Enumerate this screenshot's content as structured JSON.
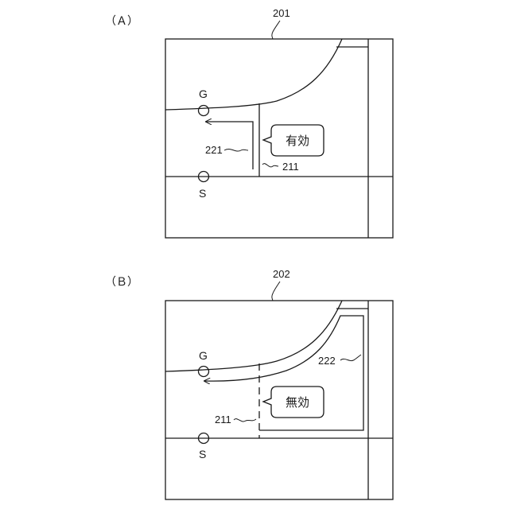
{
  "panels": [
    {
      "label": "（Ａ）",
      "screen_ref": "201",
      "point_top": "G",
      "point_bottom": "S",
      "route_ref": "221",
      "line_ref": "211",
      "callout": "有効"
    },
    {
      "label": "（Ｂ）",
      "screen_ref": "202",
      "point_top": "G",
      "point_bottom": "S",
      "route_ref": "222",
      "line_ref": "211",
      "callout": "無効"
    }
  ]
}
